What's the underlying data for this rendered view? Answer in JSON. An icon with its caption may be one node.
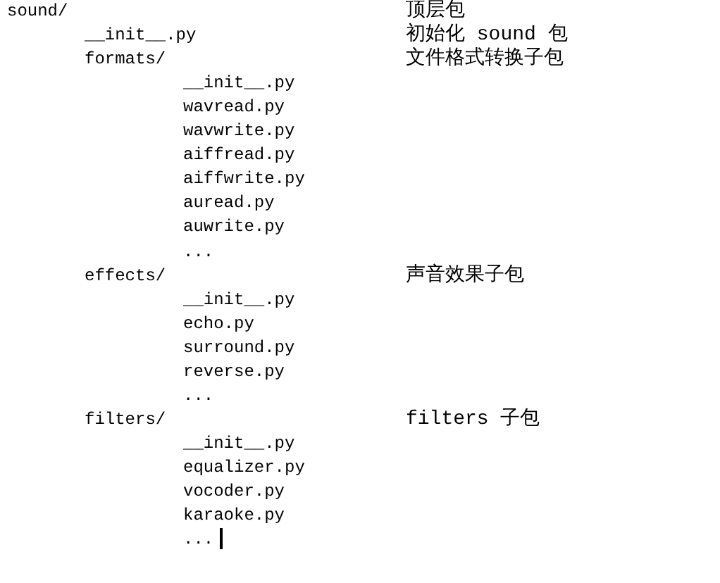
{
  "diagram": {
    "labels": [
      "sound/",
      "顶层包",
      "__init__.py",
      "初始化 sound 包",
      "formats/",
      "文件格式转换子包",
      "__init__.py",
      "wavread.py",
      "wavwrite.py",
      "aiffread.py",
      "aiffwrite.py",
      "auread.py",
      "auwrite.py",
      "...",
      "effects/",
      "声音效果子包",
      "__init__.py",
      "echo.py",
      "surround.py",
      "reverse.py",
      "...",
      "filters/",
      "filters 子包",
      "__init__.py",
      "equalizer.py",
      "vocoder.py",
      "karaoke.py",
      "..."
    ]
  }
}
